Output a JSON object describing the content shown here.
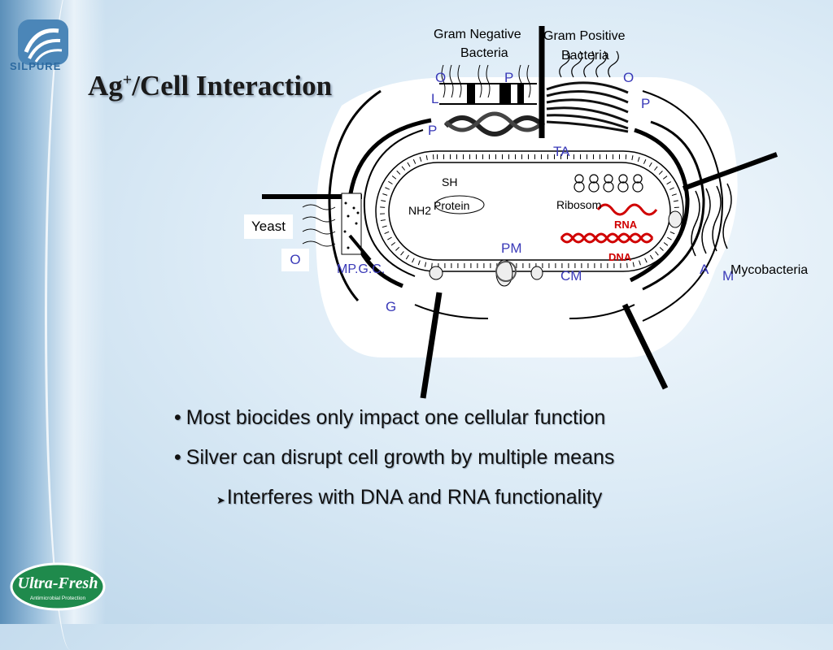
{
  "logo": {
    "brand": "SILPURE"
  },
  "title": {
    "main": "Ag",
    "sup": "+",
    "rest": "/Cell Interaction"
  },
  "diagram": {
    "gram_negative": "Gram Negative\nBacteria",
    "gram_negative_l1": "Gram Negative",
    "gram_negative_l2": "Bacteria",
    "gram_positive_l1": "Gram Positive",
    "gram_positive_l2": "Bacteria",
    "label_o_top_left": "O",
    "label_p_top": "P",
    "label_o_top_right": "O",
    "label_l": "L",
    "label_p_left": "P",
    "label_p_right": "P",
    "label_ta": "TA",
    "sh": "SH",
    "nh2": "NH2",
    "protein": "Protein",
    "ribosome": "Ribosom",
    "rna": "RNA",
    "dna": "DNA",
    "pm": "PM",
    "cm": "CM",
    "yeast": "Yeast",
    "label_o_yeast": "O",
    "mp_gc": "MP.G.C.",
    "label_g": "G",
    "label_a": "A",
    "label_m": "M",
    "mycobacteria": "Mycobacteria"
  },
  "bullets": [
    "Most biocides only impact one cellular function",
    "Silver can disrupt cell growth by multiple means"
  ],
  "sub_bullet": "Interferes with DNA and RNA functionality",
  "footer_logo": {
    "brand": "Ultra-Fresh",
    "tagline": "Antimicrobial Protection"
  },
  "colors": {
    "brand_blue": "#2d6aa0",
    "label_blue": "#3a3ab8",
    "dna_red": "#d00000",
    "ultra_green": "#1f8a4c"
  }
}
